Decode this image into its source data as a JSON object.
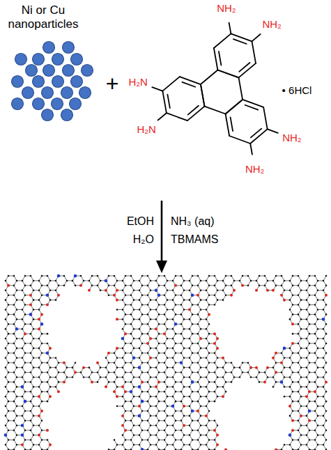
{
  "diagram": {
    "labels": [
      "Ni or Cu nanoparticles",
      "+",
      "NH₂",
      "NH₂",
      "H₂N",
      "H₂N",
      "• 6HCl",
      "NH₂",
      "NH₂",
      "EtOH",
      "NH₃ (aq)",
      "H₂O",
      "TBMAMS"
    ]
  }
}
